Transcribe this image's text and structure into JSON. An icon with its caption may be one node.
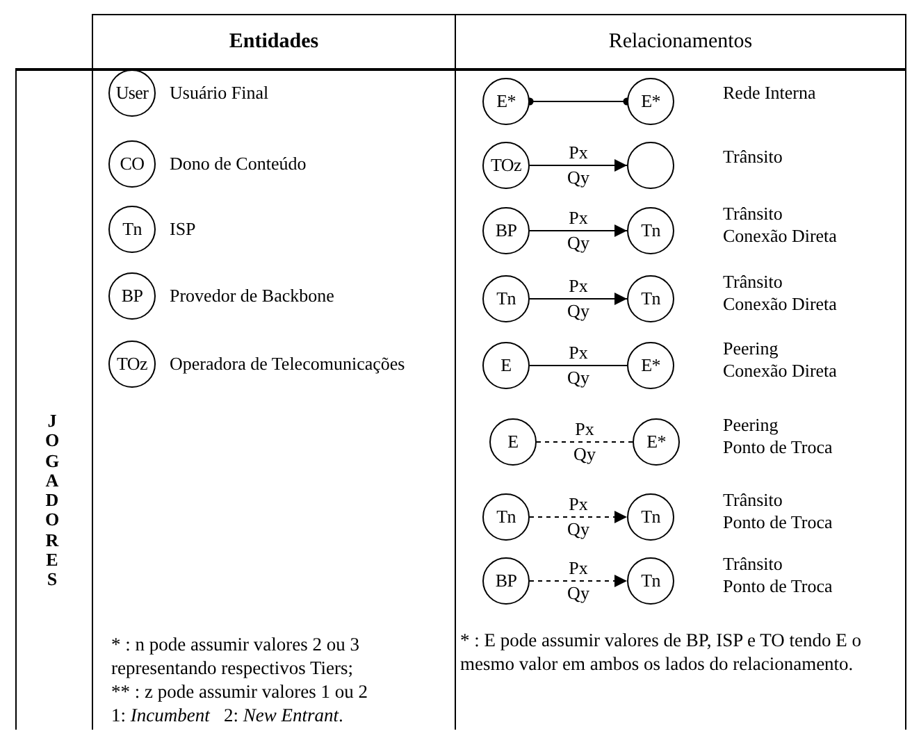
{
  "diagram": {
    "nodes": [
      {
        "text": [
          "User"
        ],
        "beside": [
          "Usuário Final"
        ]
      },
      {
        "text": [
          "CO"
        ],
        "beside": [
          "Dono de Conteúdo"
        ]
      },
      {
        "text": [
          "Tn"
        ],
        "beside": [
          "ISP"
        ]
      },
      {
        "text": [
          "BP"
        ],
        "beside": [
          "Provedor de Backbone"
        ]
      },
      {
        "text": [
          "TOz"
        ],
        "beside": [
          "Operadora de Telecomunicações"
        ]
      },
      {
        "text": [
          "E*"
        ]
      },
      {
        "text": [
          "E*"
        ],
        "beside": [
          "Rede Interna"
        ]
      },
      {
        "text": [
          "TOz"
        ]
      },
      {
        "text": [],
        "shape": "circle",
        "beside": [
          "Trânsito"
        ]
      },
      {
        "text": [
          "BP"
        ]
      },
      {
        "text": [
          "Tn"
        ],
        "beside": [
          "Trânsito",
          "Conexão Direta"
        ]
      },
      {
        "text": [
          "Tn"
        ]
      },
      {
        "text": [
          "Tn"
        ],
        "beside": [
          "Trânsito",
          "Conexão Direta"
        ]
      },
      {
        "text": [
          "E"
        ]
      },
      {
        "text": [
          "E*"
        ],
        "beside": [
          "Peering",
          "Conexão Direta"
        ]
      },
      {
        "text": [
          "E"
        ]
      },
      {
        "text": [
          "E*"
        ],
        "beside": [
          "Peering",
          "Ponto de Troca"
        ]
      },
      {
        "text": [
          "Tn"
        ]
      },
      {
        "text": [
          "Tn"
        ],
        "beside": [
          "Trânsito",
          "Ponto de Troca"
        ]
      },
      {
        "text": [
          "BP"
        ]
      },
      {
        "text": [
          "Tn"
        ],
        "beside": [
          "Trânsito",
          "Ponto de Troca"
        ]
      }
    ],
    "edges": [
      {
        "from": 5,
        "to": 6,
        "arrow": "other"
      },
      {
        "from": 7,
        "to": 8,
        "arrow": "to",
        "label": "Px Qy"
      },
      {
        "from": 9,
        "to": 10,
        "arrow": "to",
        "label": "Px Qy"
      },
      {
        "from": 11,
        "to": 12,
        "arrow": "to",
        "label": "Px Qy"
      },
      {
        "from": 13,
        "to": 14,
        "arrow": "none",
        "label": "Px Qy"
      },
      {
        "from": 15,
        "to": 16,
        "arrow": "none",
        "label": "Px Qy",
        "style": "dashed"
      },
      {
        "from": 17,
        "to": 18,
        "arrow": "to",
        "label": "Px Qy",
        "style": "dashed"
      },
      {
        "from": 19,
        "to": 20,
        "arrow": "to",
        "label": "Px Qy",
        "style": "dashed"
      }
    ],
    "labels": [
      "Entidades",
      "Relacionamentos",
      "JOGADORES",
      "* : n pode assumir valores 2 ou 3 representando respectivos Tiers;",
      "** : z pode assumir valores 1 ou 2",
      "1: *Incumbent*   2: *New Entrant*.",
      "* : E  pode assumir valores de BP, ISP e TO tendo E o mesmo valor em ambos os lados do relacionamento."
    ]
  }
}
